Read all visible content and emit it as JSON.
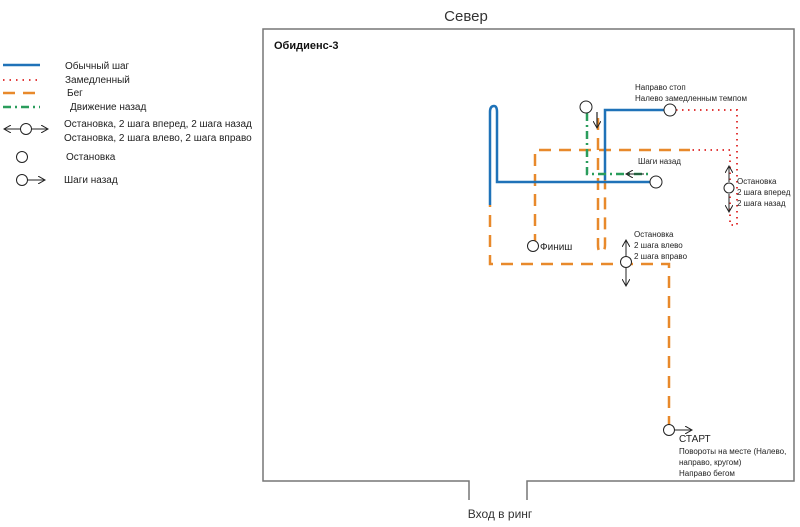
{
  "diagram": {
    "north_label": "Север",
    "title": "Обидиенс-3",
    "entry_label": "Вход в ринг",
    "colors": {
      "normal": "#1f72b8",
      "slow": "#e23b3b",
      "run": "#e8892b",
      "backward": "#2a9d5c",
      "border": "#777777"
    },
    "legend": [
      {
        "icon": "solid-line",
        "label": "Обычный шаг"
      },
      {
        "icon": "dotted-line",
        "label": "Замедленный"
      },
      {
        "icon": "dashed-line",
        "label": "Бег"
      },
      {
        "icon": "dash-dot-line",
        "label": "Движение назад"
      },
      {
        "icon": "double-arrow-circle",
        "label": "Остановка, 2 шага вперед, 2 шага назад"
      },
      {
        "icon": "",
        "label": "Остановка, 2 шага влево, 2 шага вправо"
      },
      {
        "icon": "circle",
        "label": "Остановка"
      },
      {
        "icon": "circle-arrow",
        "label": "Шаги назад"
      }
    ],
    "annotations": {
      "right_stop": [
        "Направо стоп",
        "Налево замедленным темпом"
      ],
      "steps_back": "Шаги назад",
      "stop_fb": [
        "Остановка",
        "2 шага вперед",
        "2 шага назад"
      ],
      "stop_lr": [
        "Остановка",
        "2 шага влево",
        "2 шага вправо"
      ],
      "finish": "Финиш",
      "start": "СТАРТ",
      "start_notes": [
        "Повороты на месте (Налево,",
        "направо, кругом)",
        "Направо бегом"
      ]
    }
  }
}
